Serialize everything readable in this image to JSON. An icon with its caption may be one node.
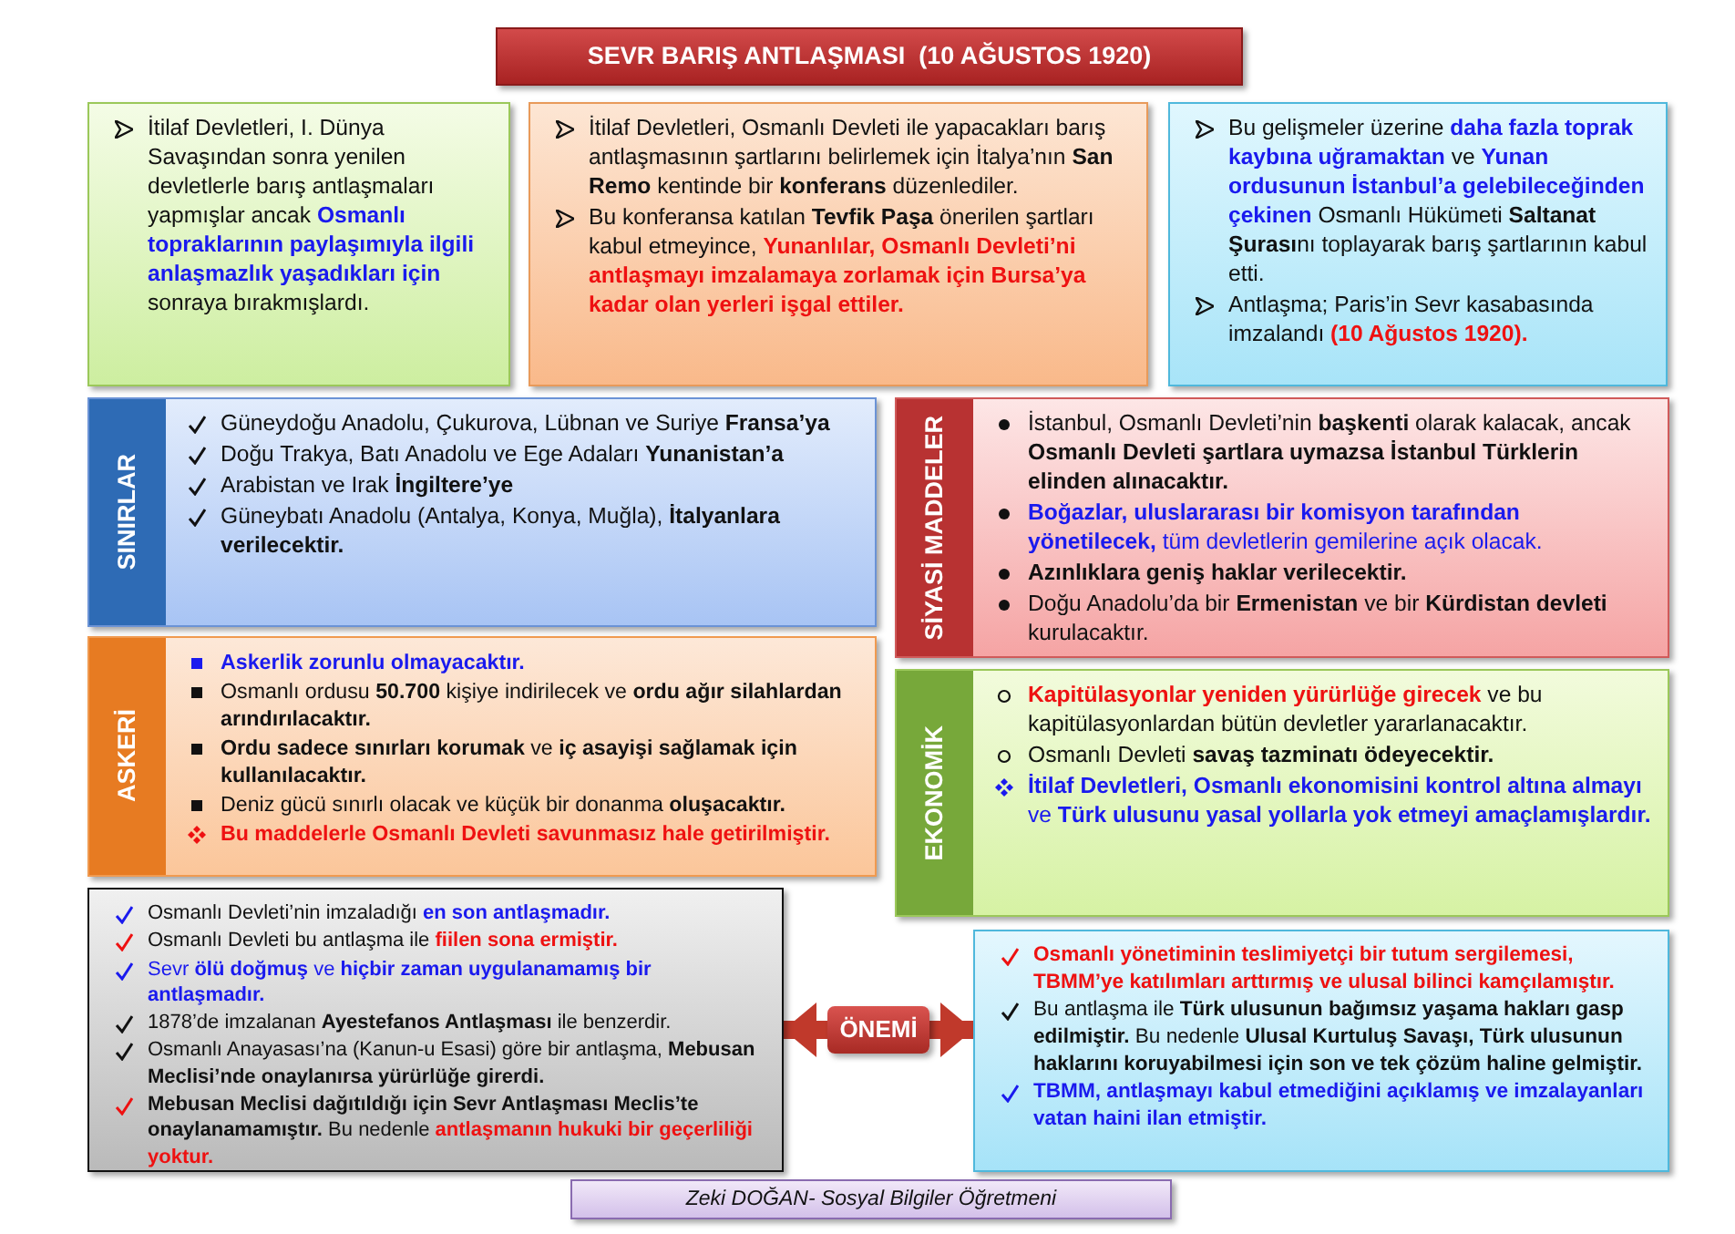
{
  "diagram": {
    "title": "SEVR BARIŞ ANTLAŞMASI  (10 AĞUSTOS 1920)",
    "nodes": [
      {
        "text": [
          "İtilaf Devletleri, I. Dünya Savaşından sonra yenilen devletlerle barış antlaşmaları yapmışlar ancak **Osmanlı topraklarının paylaşımıyla ilgili anlaşmazlık yaşadıkları için** sonraya bırakmışlardı."
        ]
      },
      {
        "text": [
          "İtilaf Devletleri, Osmanlı Devleti ile yapacakları barış antlaşmasının şartlarını belirlemek için İtalya’nın **San Remo** kentinde bir **konferans** düzenlediler.",
          "Bu konferansa katılan **Tevfik Paşa** önerilen şartları kabul etmeyince, **Yunanlılar, Osmanlı Devleti’ni antlaşmayı imzalamaya zorlamak için Bursa’ya kadar olan yerleri işgal ettiler.**"
        ]
      },
      {
        "text": [
          "Bu gelişmeler üzerine **daha fazla toprak kaybına uğramaktan** ve **Yunan ordusunun İstanbul’a gelebileceğinden çekinen** Osmanlı Hükümeti **Saltanat Şurası**nı toplayarak barış şartlarının kabul etti.",
          "Antlaşma; Paris’in Sevr kasabasında imzalandı **(10 Ağustos 1920).**"
        ]
      },
      {
        "text": [
          "SINIRLAR",
          "Güneydoğu Anadolu, Çukurova, Lübnan ve Suriye **Fransa’ya**",
          "Doğu Trakya, Batı Anadolu ve Ege Adaları **Yunanistan’a**",
          "Arabistan ve Irak **İngiltere’ye**",
          "Güneybatı Anadolu (Antalya, Konya, Muğla), **İtalyanlara verilecektir.**"
        ]
      },
      {
        "text": [
          "ASKERİ",
          "**Askerlik zorunlu olmayacaktır.**",
          "Osmanlı ordusu **50.700** kişiye indirilecek ve **ordu ağır silahlardan arındırılacaktır.**",
          "**Ordu sadece sınırları korumak** ve **iç asayişi sağlamak için kullanılacaktır.**",
          "Deniz gücü sınırlı olacak ve küçük bir donanma **oluşacaktır.**",
          "**Bu maddelerle Osmanlı Devleti savunmasız hale getirilmiştir.**"
        ]
      },
      {
        "text": [
          "SİYASİ MADDELER",
          "İstanbul, Osmanlı Devleti’nin **başkenti** olarak kalacak, ancak **Osmanlı Devleti şartlara uymazsa İstanbul Türklerin elinden alınacaktır.**",
          "**Boğazlar, uluslararası bir komisyon tarafından yönetilecek,** tüm devletlerin gemilerine açık olacak.",
          "**Azınlıklara geniş haklar verilecektir.**",
          "Doğu Anadolu’da bir **Ermenistan** ve bir **Kürdistan devleti** kurulacaktır."
        ]
      },
      {
        "text": [
          "EKONOMİK",
          "**Kapitülasyonlar yeniden yürürlüğe girecek** ve bu kapitülasyonlardan bütün devletler yararlanacaktır.",
          "Osmanlı Devleti **savaş tazminatı ödeyecektir.**",
          "**İtilaf Devletleri, Osmanlı ekonomisini kontrol altına almayı** ve **Türk ulusunu yasal yollarla yok etmeyi amaçlamışlardır.**"
        ]
      },
      {
        "text": [
          "Osmanlı Devleti’nin imzaladığı **en son antlaşmadır.**",
          "Osmanlı Devleti bu antlaşma ile **fiilen sona ermiştir.**",
          "Sevr **ölü doğmuş** ve **hiçbir zaman uygulanamamış bir antlaşmadır.**",
          "1878’de imzalanan **Ayestefanos Antlaşması** ile benzerdir.",
          "Osmanlı Anayasası’na (Kanun-u Esasi) göre bir antlaşma, **Mebusan Meclisi’nde onaylanırsa yürürlüğe girerdi.**",
          "**Mebusan Meclisi dağıtıldığı için Sevr Antlaşması Meclis’te onaylanamamıştır.** Bu nedenle **antlaşmanın hukuki bir geçerliliği yoktur.**"
        ]
      },
      {
        "text": [
          "ÖNEMİ"
        ]
      },
      {
        "text": [
          "**Osmanlı yönetiminin teslimiyetçi bir tutum sergilemesi, TBMM’ye katılımları arttırmış ve ulusal bilinci kamçılamıştır.**",
          "Bu antlaşma ile **Türk ulusunun bağımsız yaşama hakları gasp edilmiştir.** Bu nedenle **Ulusal Kurtuluş Savaşı, Türk ulusunun haklarını koruyabilmesi için son ve tek çözüm haline gelmiştir.**",
          "**TBMM, antlaşmayı kabul etmediğini açıklamış ve imzalayanları vatan haini ilan etmiştir.**"
        ]
      },
      {
        "text": [
          "Zeki DOĞAN- Sosyal Bilgiler Öğretmeni"
        ]
      }
    ],
    "edges": [
      {
        "from": 8,
        "to": 7,
        "arrow": "to"
      },
      {
        "from": 8,
        "to": 9,
        "arrow": "to"
      }
    ]
  }
}
